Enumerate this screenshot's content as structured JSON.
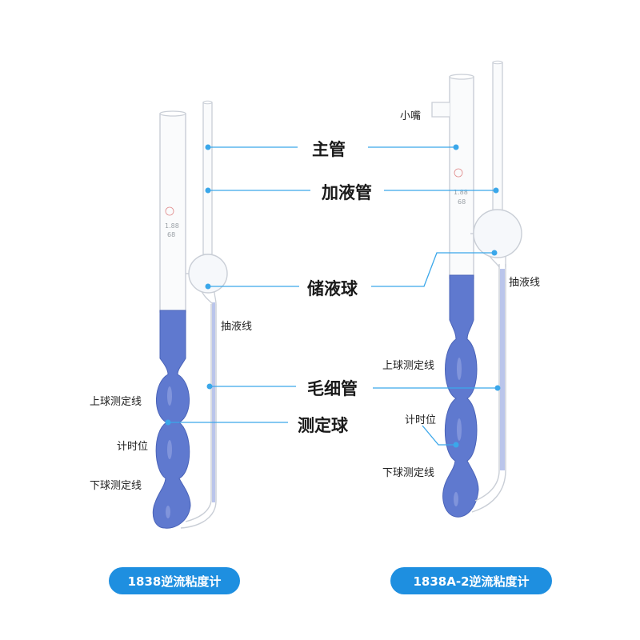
{
  "colors": {
    "liquid": "#5f79cf",
    "leader": "#3aa7ea",
    "badge": "#1e8fe0",
    "glass": "#c9ced6"
  },
  "center_labels": {
    "main_tube": "主管",
    "filling_tube": "加液管",
    "reservoir_bulb": "储液球",
    "capillary": "毛细管",
    "measuring_bulb": "测定球"
  },
  "left_viscometer": {
    "draw_line": "抽液线",
    "upper_mark": "上球测定线",
    "timing": "计时位",
    "lower_mark": "下球测定线",
    "tube_marks": {
      "size": "1.88",
      "number": "68"
    },
    "name": "1838逆流粘度计"
  },
  "right_viscometer": {
    "nozzle": "小嘴",
    "draw_line": "抽液线",
    "upper_mark": "上球测定线",
    "timing": "计时位",
    "lower_mark": "下球测定线",
    "tube_marks": {
      "size": "1.88",
      "number": "68"
    },
    "name": "1838A-2逆流粘度计"
  }
}
